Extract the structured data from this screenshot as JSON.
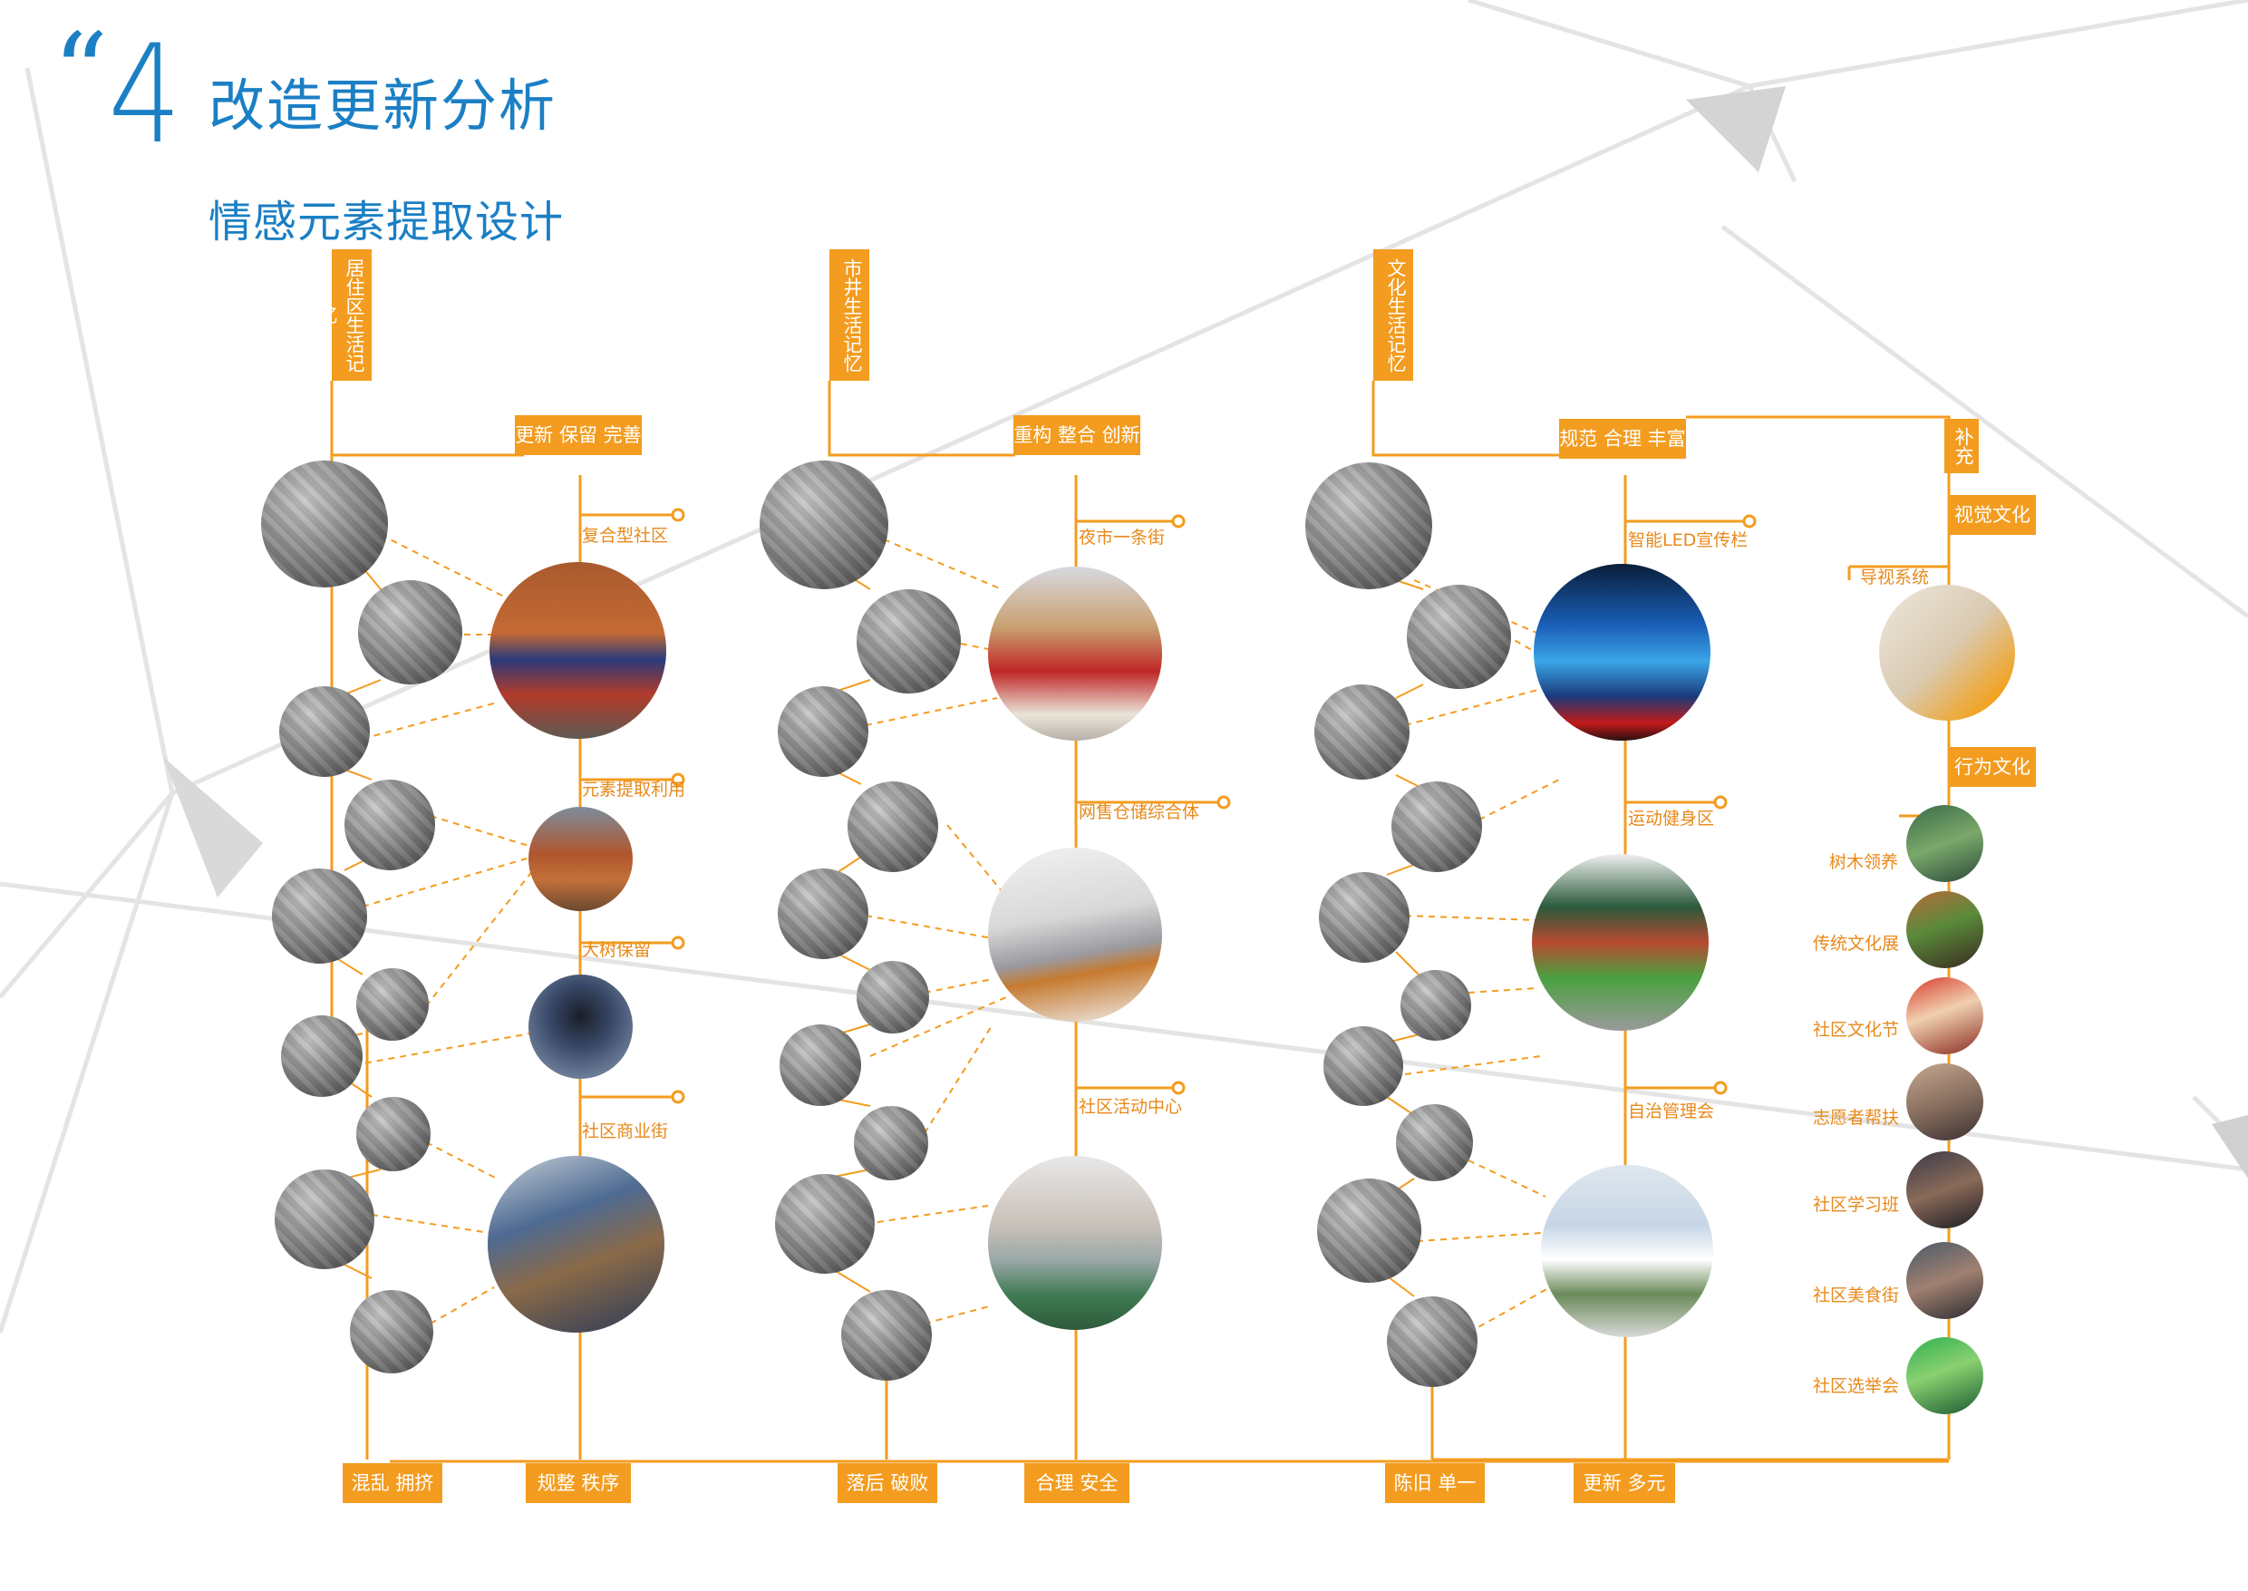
{
  "header": {
    "quote_mark": "“",
    "section_number": "4",
    "title": "改造更新分析",
    "subtitle": "情感元素提取设计"
  },
  "categories": [
    {
      "name": "居住区生活记忆",
      "strategy": "更新 保留 完善"
    },
    {
      "name": "市井生活记忆",
      "strategy": "重构 整合 创新"
    },
    {
      "name": "文化生活记忆",
      "strategy": "规范 合理 丰富"
    }
  ],
  "supplement": {
    "label": "补充",
    "groups": [
      {
        "name": "视觉文化",
        "items": [
          "导视系统"
        ]
      },
      {
        "name": "行为文化",
        "items": [
          "树木领养",
          "传统文化展",
          "社区文化节",
          "志愿者帮扶",
          "社区学习班",
          "社区美食街",
          "社区选举会"
        ]
      }
    ]
  },
  "design_elements": {
    "col1": [
      "复合型社区",
      "元素提取利用",
      "大树保留",
      "社区商业街"
    ],
    "col2": [
      "夜市一条街",
      "网售仓储综合体",
      "社区活动中心"
    ],
    "col3": [
      "智能LED宣传栏",
      "运动健身区",
      "自治管理会"
    ]
  },
  "bottom_labels": [
    "混乱 拥挤",
    "规整 秩序",
    "落后 破败",
    "合理 安全",
    "陈旧 单一",
    "更新 多元"
  ],
  "colors": {
    "accent": "#f39c1f",
    "title_blue": "#1b7fc4",
    "connector": "#f39c1f"
  }
}
